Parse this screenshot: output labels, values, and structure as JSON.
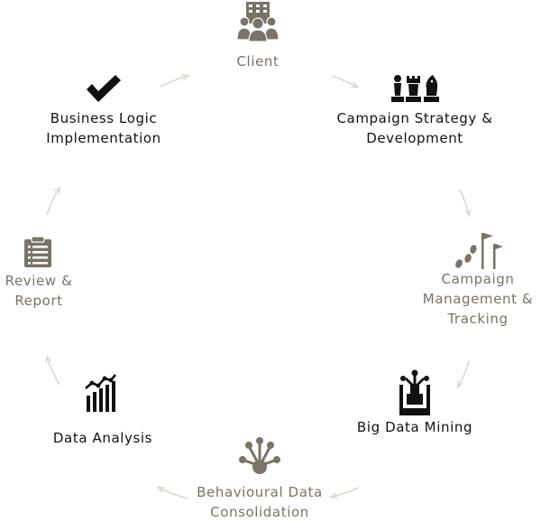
{
  "diagram": {
    "colors": {
      "dark": "#111111",
      "muted": "#7a7368",
      "arrow": "#ddd7cf"
    },
    "steps": [
      {
        "id": "client",
        "label": "Client",
        "icon": "building-people-icon",
        "tone": "muted"
      },
      {
        "id": "strategy",
        "label": "Campaign Strategy & Development",
        "icon": "chess-pieces-icon",
        "tone": "dark"
      },
      {
        "id": "management",
        "label": "Campaign Management & Tracking",
        "icon": "footsteps-flags-icon",
        "tone": "muted"
      },
      {
        "id": "mining",
        "label": "Big Data Mining",
        "icon": "data-mining-icon",
        "tone": "dark"
      },
      {
        "id": "consolidation",
        "label": "Behavioural Data Consolidation",
        "icon": "network-hub-icon",
        "tone": "muted"
      },
      {
        "id": "analysis",
        "label": "Data Analysis",
        "icon": "bar-chart-icon",
        "tone": "dark"
      },
      {
        "id": "review",
        "label": "Review & Report",
        "icon": "clipboard-icon",
        "tone": "muted"
      },
      {
        "id": "logic",
        "label": "Business Logic Implementation",
        "icon": "checkmark-icon",
        "tone": "dark"
      }
    ]
  }
}
